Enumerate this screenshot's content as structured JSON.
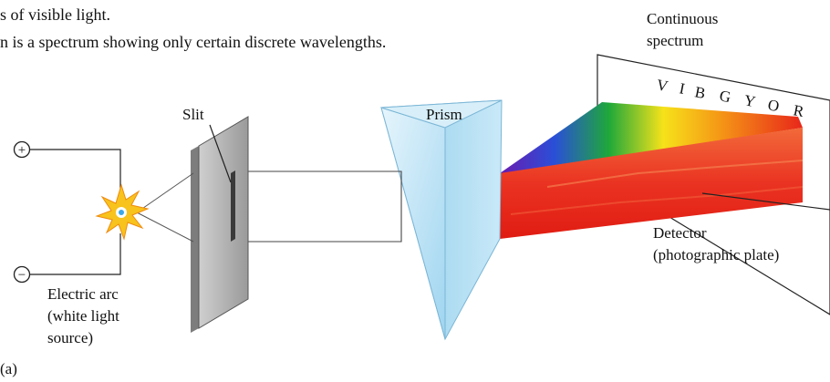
{
  "top_text": {
    "line1": "s of visible light.",
    "line2": "n is a spectrum showing only certain discrete wavelengths."
  },
  "labels": {
    "continuous_line1": "Continuous",
    "continuous_line2": "spectrum",
    "slit": "Slit",
    "prism": "Prism",
    "detector_line1": "Detector",
    "detector_line2": "(photographic plate)",
    "arc_line1": "Electric arc",
    "arc_line2": "(white light",
    "arc_line3": "source)",
    "panel": "(a)",
    "plus": "+",
    "minus": "−"
  },
  "spectrum_letters": [
    "V",
    "I",
    "B",
    "G",
    "Y",
    "O",
    "R"
  ],
  "colors": {
    "violet": "#6a1bb0",
    "blue": "#2a4fd8",
    "green": "#1fa83a",
    "yellow": "#f6e21a",
    "orange": "#f59a16",
    "red": "#e8261a",
    "prism": "#bfe3f5",
    "slit_plate": "#a9a9a9",
    "arc": "#f6c21c"
  }
}
